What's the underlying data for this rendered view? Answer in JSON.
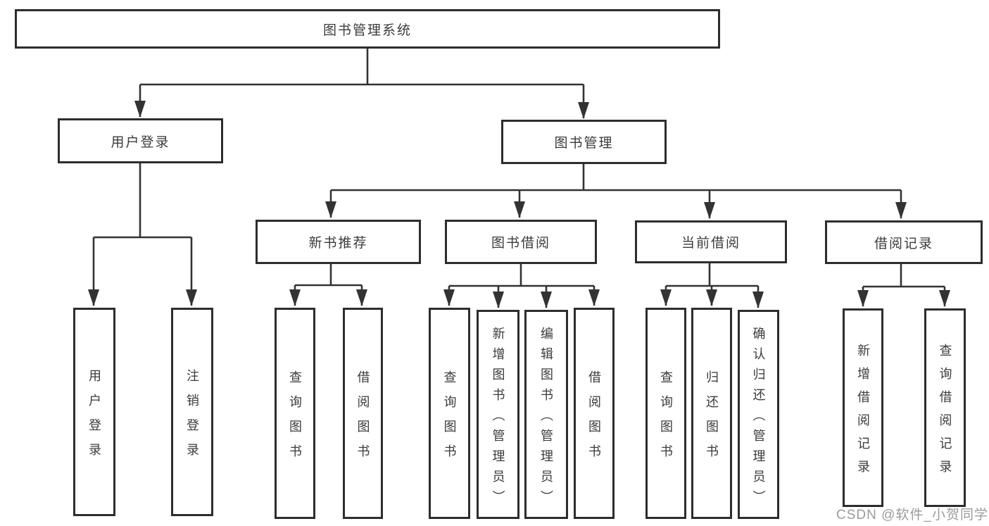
{
  "diagram": {
    "type": "tree",
    "root": {
      "label": "图书管理系统",
      "children": [
        {
          "label": "用户登录",
          "children": [
            {
              "label": "用户登录"
            },
            {
              "label": "注销登录"
            }
          ]
        },
        {
          "label": "图书管理",
          "children": [
            {
              "label": "新书推荐",
              "children": [
                {
                  "label": "查询图书"
                },
                {
                  "label": "借阅图书"
                }
              ]
            },
            {
              "label": "图书借阅",
              "children": [
                {
                  "label": "查询图书"
                },
                {
                  "label": "新增图书（管理员）"
                },
                {
                  "label": "编辑图书（管理员）"
                },
                {
                  "label": "借阅图书"
                }
              ]
            },
            {
              "label": "当前借阅",
              "children": [
                {
                  "label": "查询图书"
                },
                {
                  "label": "归还图书"
                },
                {
                  "label": "确认归还（管理员）"
                }
              ]
            },
            {
              "label": "借阅记录",
              "children": [
                {
                  "label": "新增借阅记录"
                },
                {
                  "label": "查询借阅记录"
                }
              ]
            }
          ]
        }
      ]
    }
  },
  "watermark": {
    "text": "CSDN @软件_小贺同学"
  },
  "colors": {
    "background": "#ffffff",
    "line_color": "#333333",
    "box_border": "#2d2d2d",
    "text_color": "#3b3b3b",
    "watermark_color": "#9b9b9b"
  }
}
